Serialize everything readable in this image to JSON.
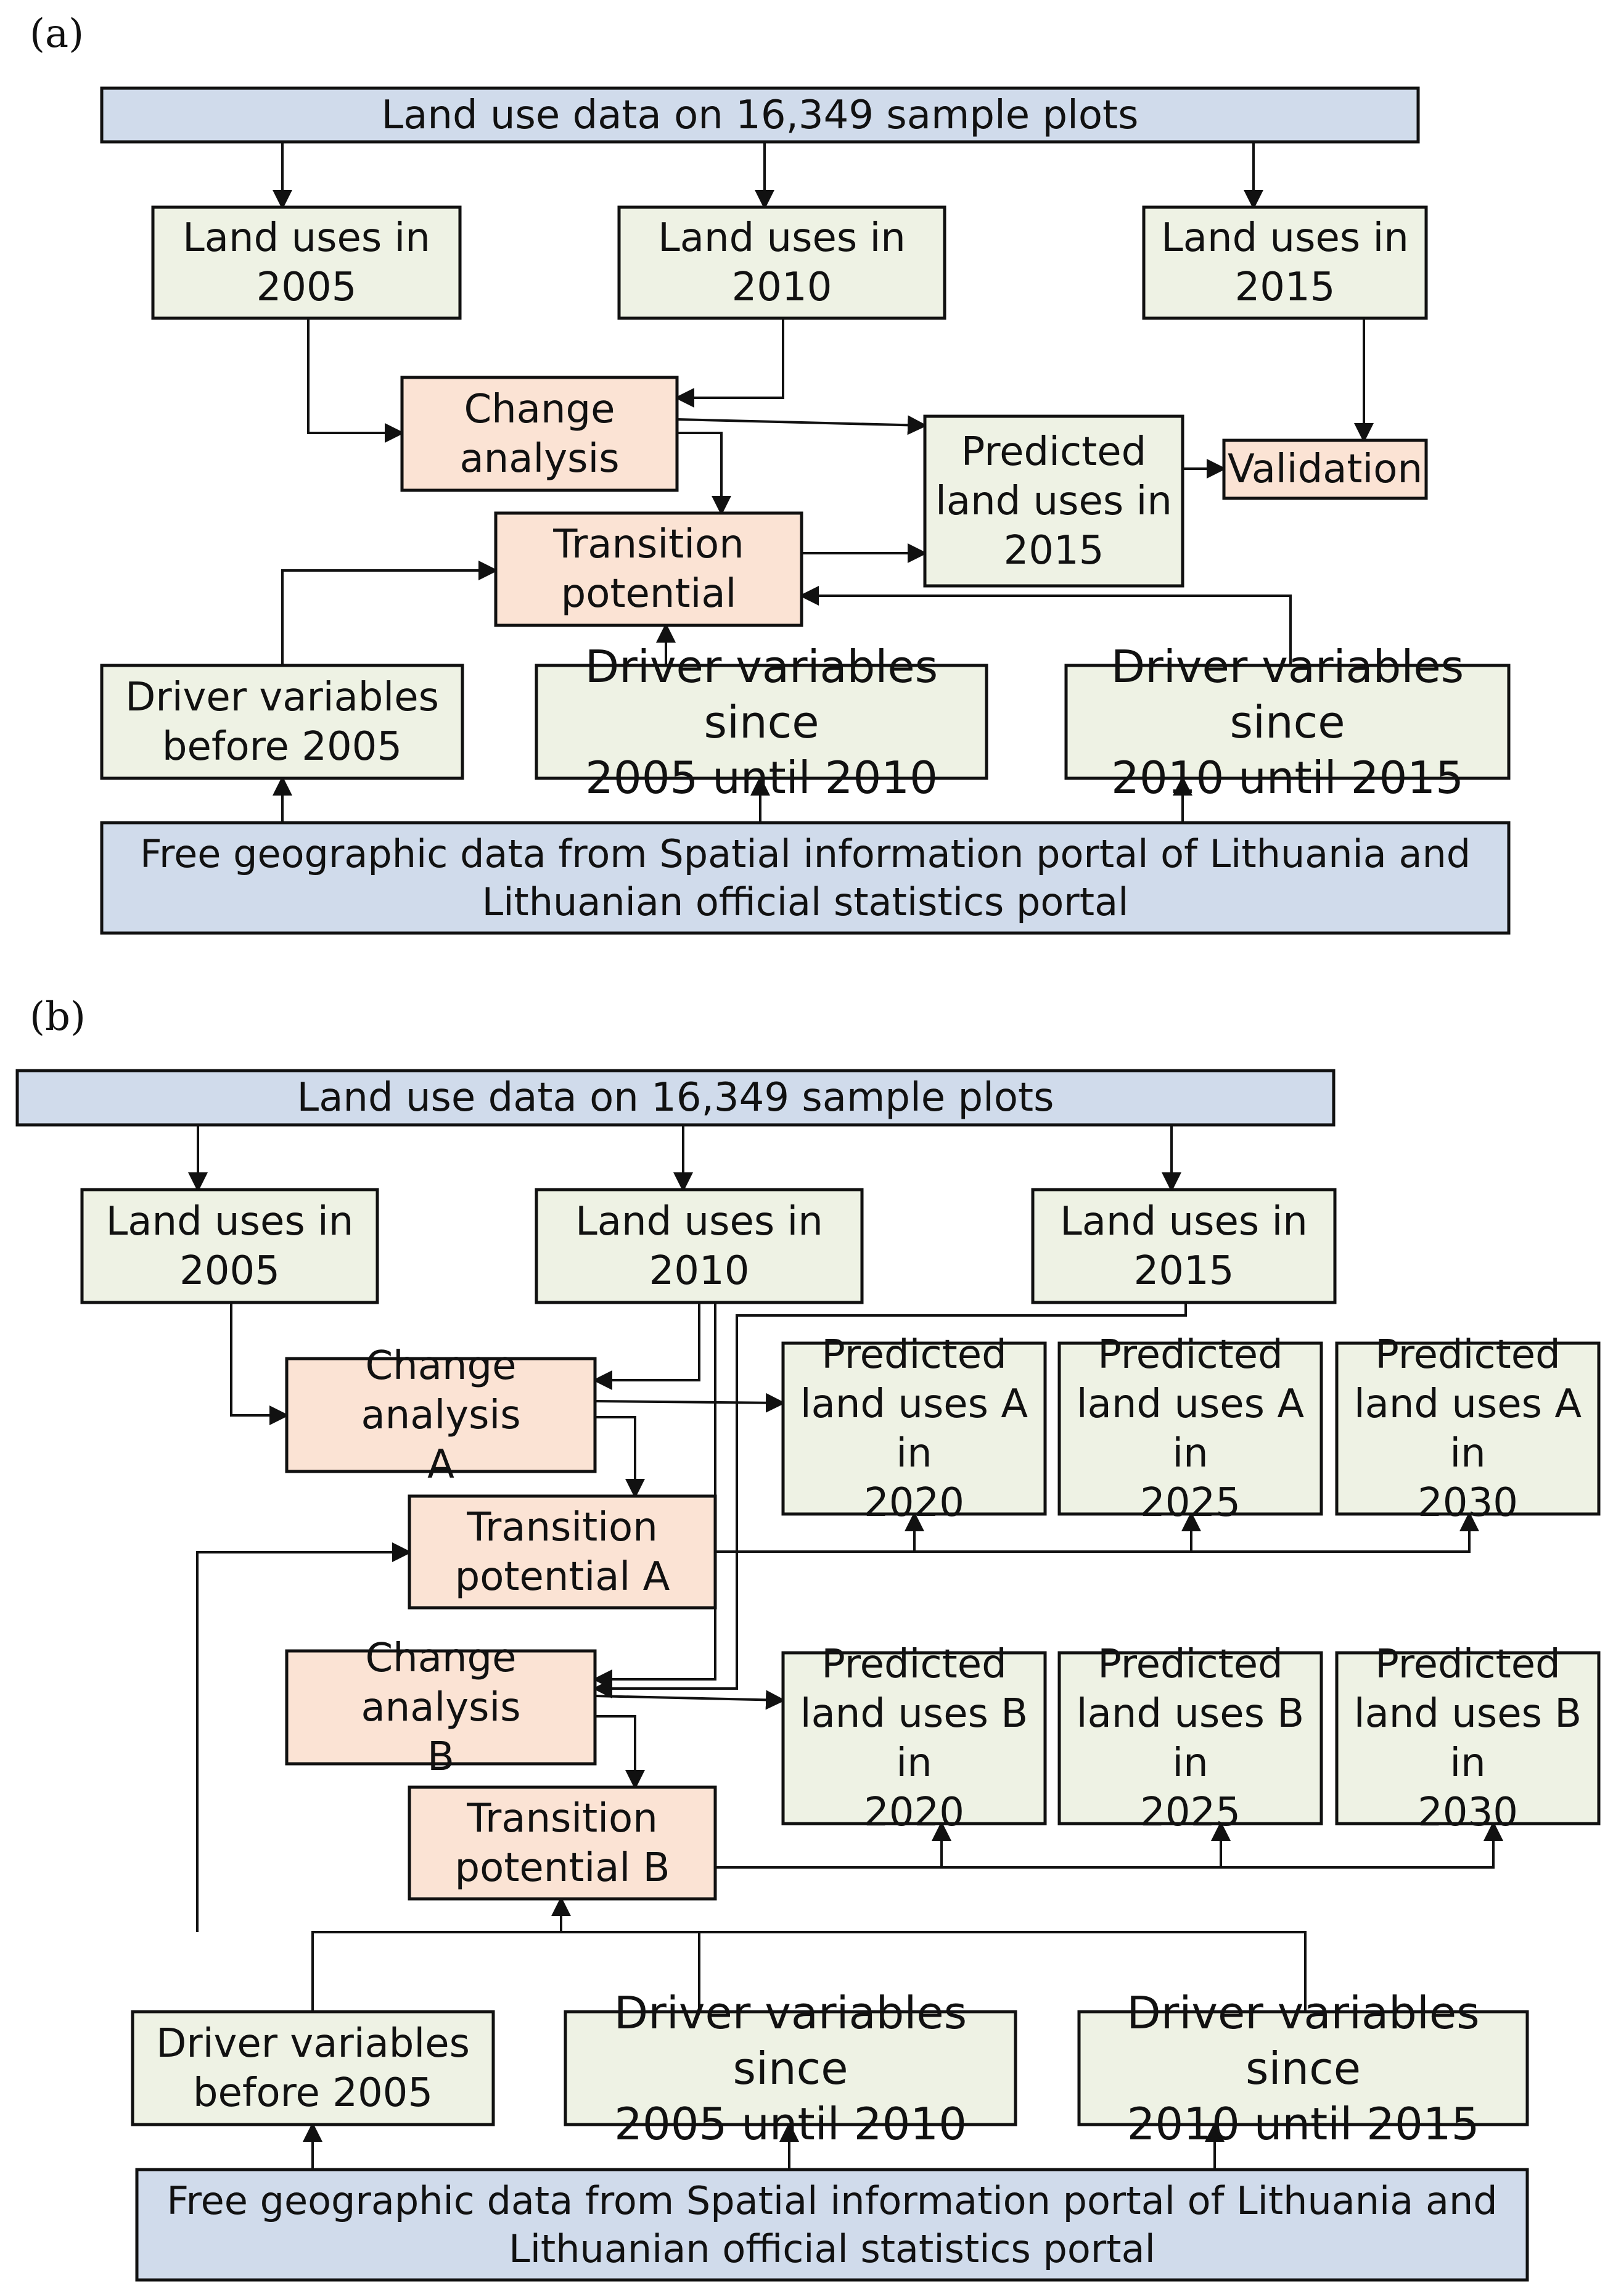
{
  "panels": [
    {
      "label": "(a)",
      "nodes": [
        {
          "id": "a_data",
          "kind": "source",
          "text": "Land use data on 16,349 sample plots"
        },
        {
          "id": "a_lu2005",
          "kind": "data",
          "text": "Land uses in\n2005"
        },
        {
          "id": "a_lu2010",
          "kind": "data",
          "text": "Land uses in\n2010"
        },
        {
          "id": "a_lu2015",
          "kind": "data",
          "text": "Land uses in\n2015"
        },
        {
          "id": "a_change",
          "kind": "process",
          "text": "Change\nanalysis"
        },
        {
          "id": "a_pred",
          "kind": "data",
          "text": "Predicted\nland uses in\n2015"
        },
        {
          "id": "a_valid",
          "kind": "process",
          "text": "Validation"
        },
        {
          "id": "a_trans",
          "kind": "process",
          "text": "Transition\npotential"
        },
        {
          "id": "a_drv1",
          "kind": "data",
          "text": "Driver variables\nbefore 2005"
        },
        {
          "id": "a_drv2",
          "kind": "data",
          "text": "Driver variables since\n2005 until 2010"
        },
        {
          "id": "a_drv3",
          "kind": "data",
          "text": "Driver variables since\n2010 until 2015"
        },
        {
          "id": "a_geo",
          "kind": "source",
          "text": "Free geographic data from Spatial information portal of Lithuania  and\nLithuanian official statistics portal"
        }
      ]
    },
    {
      "label": "(b)",
      "nodes": [
        {
          "id": "b_data",
          "kind": "source",
          "text": "Land use data on 16,349 sample plots"
        },
        {
          "id": "b_lu2005",
          "kind": "data",
          "text": "Land uses in\n2005"
        },
        {
          "id": "b_lu2010",
          "kind": "data",
          "text": "Land uses in\n2010"
        },
        {
          "id": "b_lu2015",
          "kind": "data",
          "text": "Land uses in\n2015"
        },
        {
          "id": "b_changeA",
          "kind": "process",
          "text": "Change analysis\nA"
        },
        {
          "id": "b_pA2020",
          "kind": "data",
          "text": "Predicted\nland uses A in\n2020"
        },
        {
          "id": "b_pA2025",
          "kind": "data",
          "text": "Predicted\nland uses A in\n2025"
        },
        {
          "id": "b_pA2030",
          "kind": "data",
          "text": "Predicted\nland uses A in\n2030"
        },
        {
          "id": "b_transA",
          "kind": "process",
          "text": "Transition\npotential A"
        },
        {
          "id": "b_changeB",
          "kind": "process",
          "text": "Change analysis\nB"
        },
        {
          "id": "b_pB2020",
          "kind": "data",
          "text": "Predicted\nland uses B in\n2020"
        },
        {
          "id": "b_pB2025",
          "kind": "data",
          "text": "Predicted\nland uses B in\n2025"
        },
        {
          "id": "b_pB2030",
          "kind": "data",
          "text": "Predicted\nland uses B in\n2030"
        },
        {
          "id": "b_transB",
          "kind": "process",
          "text": "Transition\npotential B"
        },
        {
          "id": "b_drv1",
          "kind": "data",
          "text": "Driver variables\nbefore 2005"
        },
        {
          "id": "b_drv2",
          "kind": "data",
          "text": "Driver variables since\n2005 until 2010"
        },
        {
          "id": "b_drv3",
          "kind": "data",
          "text": "Driver variables since\n2010 until 2015"
        },
        {
          "id": "b_geo",
          "kind": "source",
          "text": "Free geographic data from Spatial information portal of Lithuania  and\nLithuanian official statistics portal"
        }
      ]
    }
  ],
  "colors": {
    "source": "#d0dbeb",
    "data": "#eef2e4",
    "process": "#fbe3d4",
    "stroke": "#111111"
  }
}
